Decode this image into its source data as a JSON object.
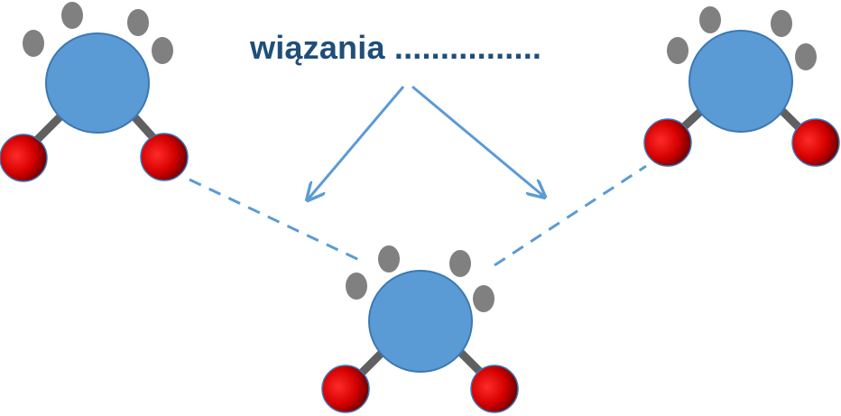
{
  "label_text": "wiązania ................",
  "colors": {
    "label": "#1f4e79",
    "center_atom": "#5b9bd5",
    "center_atom_stroke": "#3c78b4",
    "bond_atom": "#c00000",
    "lone_pair": "#808080",
    "bond": "#606060",
    "hydrogen_bond_dashed": "#5b9bd5",
    "arrow": "#5b9bd5"
  },
  "molecules": [
    {
      "name": "molecule-top-left"
    },
    {
      "name": "molecule-top-right"
    },
    {
      "name": "molecule-bottom-center"
    }
  ]
}
